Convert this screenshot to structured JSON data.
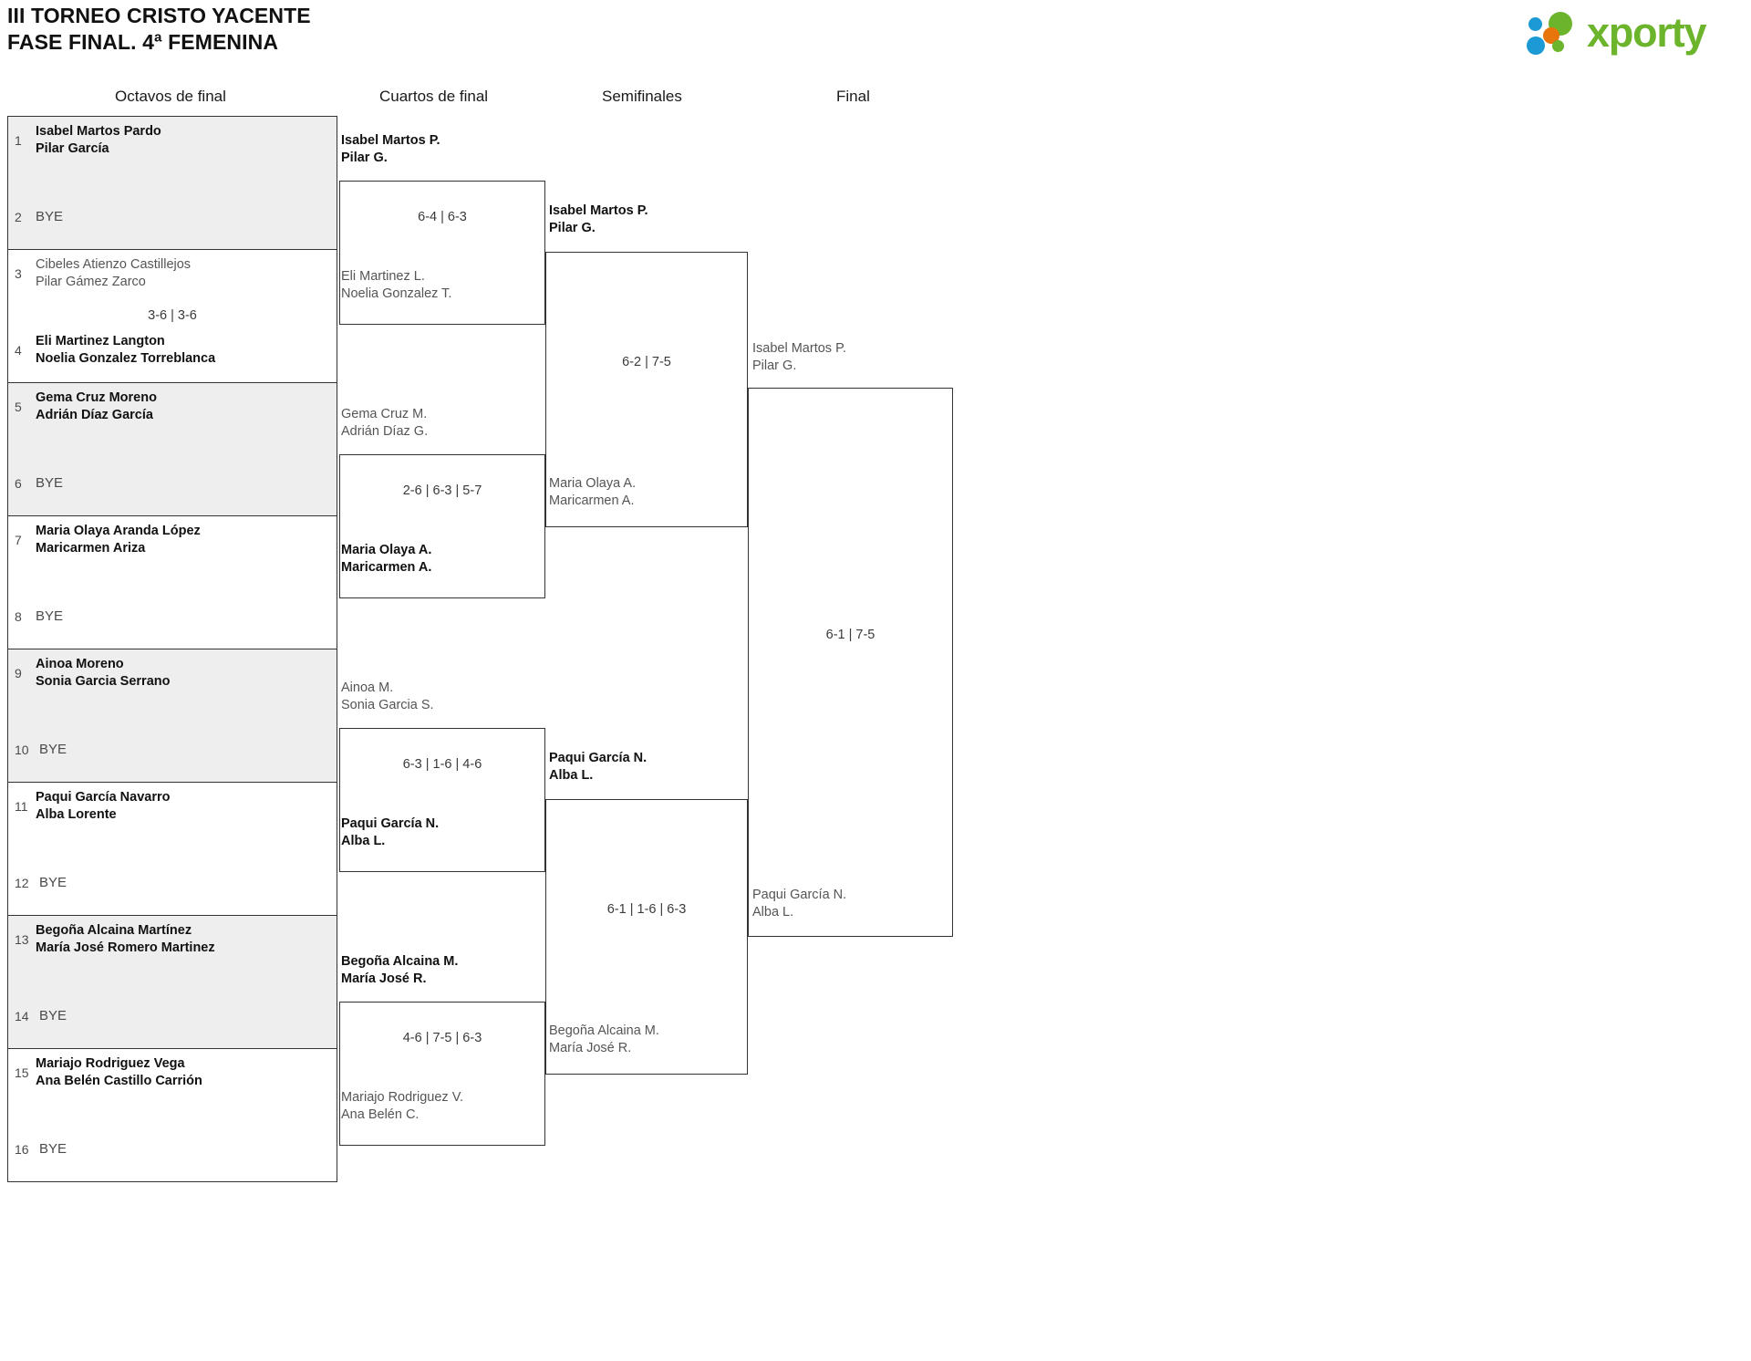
{
  "header": {
    "title_line1": "III TORNEO CRISTO YACENTE",
    "title_line2": "FASE FINAL. 4ª FEMENINA",
    "logo": {
      "wordmark": "xporty",
      "color_green": "#6cb42c",
      "color_blue": "#1b9ad6",
      "color_orange": "#e8740c"
    }
  },
  "rounds": [
    {
      "id": "octavos",
      "label": "Octavos de final"
    },
    {
      "id": "cuartos",
      "label": "Cuartos de final"
    },
    {
      "id": "semis",
      "label": "Semifinales"
    },
    {
      "id": "final",
      "label": "Final"
    }
  ],
  "labels": {
    "bye": "BYE"
  },
  "round1": {
    "matches": [
      {
        "score": "",
        "top": {
          "seed": "1",
          "line1": "Isabel Martos Pardo",
          "line2": "Pilar García",
          "result": "winner"
        },
        "bottom": {
          "seed": "2",
          "bye": true,
          "result": "loser"
        }
      },
      {
        "score": "3-6 | 3-6",
        "top": {
          "seed": "3",
          "line1": "Cibeles Atienzo Castillejos",
          "line2": "Pilar Gámez Zarco",
          "result": "loser"
        },
        "bottom": {
          "seed": "4",
          "line1": "Eli Martinez Langton",
          "line2": "Noelia Gonzalez Torreblanca",
          "result": "winner"
        }
      },
      {
        "score": "",
        "top": {
          "seed": "5",
          "line1": "Gema Cruz Moreno",
          "line2": "Adrián Díaz García",
          "result": "winner"
        },
        "bottom": {
          "seed": "6",
          "bye": true,
          "result": "loser"
        }
      },
      {
        "score": "",
        "top": {
          "seed": "7",
          "line1": "Maria Olaya Aranda López",
          "line2": "Maricarmen Ariza",
          "result": "winner"
        },
        "bottom": {
          "seed": "8",
          "bye": true,
          "result": "loser"
        }
      },
      {
        "score": "",
        "top": {
          "seed": "9",
          "line1": "Ainoa Moreno",
          "line2": "Sonia Garcia Serrano",
          "result": "winner"
        },
        "bottom": {
          "seed": "10",
          "bye": true,
          "result": "loser"
        }
      },
      {
        "score": "",
        "top": {
          "seed": "11",
          "line1": "Paqui García Navarro",
          "line2": "Alba Lorente",
          "result": "winner"
        },
        "bottom": {
          "seed": "12",
          "bye": true,
          "result": "loser"
        }
      },
      {
        "score": "",
        "top": {
          "seed": "13",
          "line1": "Begoña Alcaina Martínez",
          "line2": "María José Romero Martinez",
          "result": "winner"
        },
        "bottom": {
          "seed": "14",
          "bye": true,
          "result": "loser"
        }
      },
      {
        "score": "",
        "top": {
          "seed": "15",
          "line1": "Mariajo Rodriguez Vega",
          "line2": "Ana Belén Castillo Carrión",
          "result": "winner"
        },
        "bottom": {
          "seed": "16",
          "bye": true,
          "result": "loser"
        }
      }
    ]
  },
  "quarterfinals": {
    "matches": [
      {
        "score": "6-4 | 6-3",
        "top": {
          "line1": "Isabel Martos P.",
          "line2": "Pilar G.",
          "result": "winner"
        },
        "bottom": {
          "line1": "Eli Martinez L.",
          "line2": "Noelia Gonzalez T.",
          "result": "loser"
        }
      },
      {
        "score": "2-6 | 6-3 | 5-7",
        "top": {
          "line1": "Gema Cruz M.",
          "line2": "Adrián Díaz G.",
          "result": "loser"
        },
        "bottom": {
          "line1": "Maria Olaya A.",
          "line2": "Maricarmen A.",
          "result": "winner"
        }
      },
      {
        "score": "6-3 | 1-6 | 4-6",
        "top": {
          "line1": "Ainoa M.",
          "line2": "Sonia Garcia S.",
          "result": "loser"
        },
        "bottom": {
          "line1": "Paqui García N.",
          "line2": "Alba L.",
          "result": "winner"
        }
      },
      {
        "score": "4-6 | 7-5 | 6-3",
        "top": {
          "line1": "Begoña Alcaina M.",
          "line2": "María José R.",
          "result": "winner"
        },
        "bottom": {
          "line1": "Mariajo Rodriguez V.",
          "line2": "Ana Belén C.",
          "result": "loser"
        }
      }
    ]
  },
  "semifinals": {
    "matches": [
      {
        "score": "6-2 | 7-5",
        "top": {
          "line1": "Isabel Martos P.",
          "line2": "Pilar G.",
          "result": "winner"
        },
        "bottom": {
          "line1": "Maria Olaya A.",
          "line2": "Maricarmen A.",
          "result": "loser"
        }
      },
      {
        "score": "6-1 | 1-6 | 6-3",
        "top": {
          "line1": "Paqui García N.",
          "line2": "Alba L.",
          "result": "winner"
        },
        "bottom": {
          "line1": "Begoña Alcaina M.",
          "line2": "María José R.",
          "result": "loser"
        }
      }
    ]
  },
  "final": {
    "matches": [
      {
        "score": "6-1 | 7-5",
        "top": {
          "line1": "Isabel Martos P.",
          "line2": "Pilar G.",
          "result": "loser"
        },
        "bottom": {
          "line1": "Paqui García N.",
          "line2": "Alba L.",
          "result": "loser"
        }
      }
    ]
  }
}
